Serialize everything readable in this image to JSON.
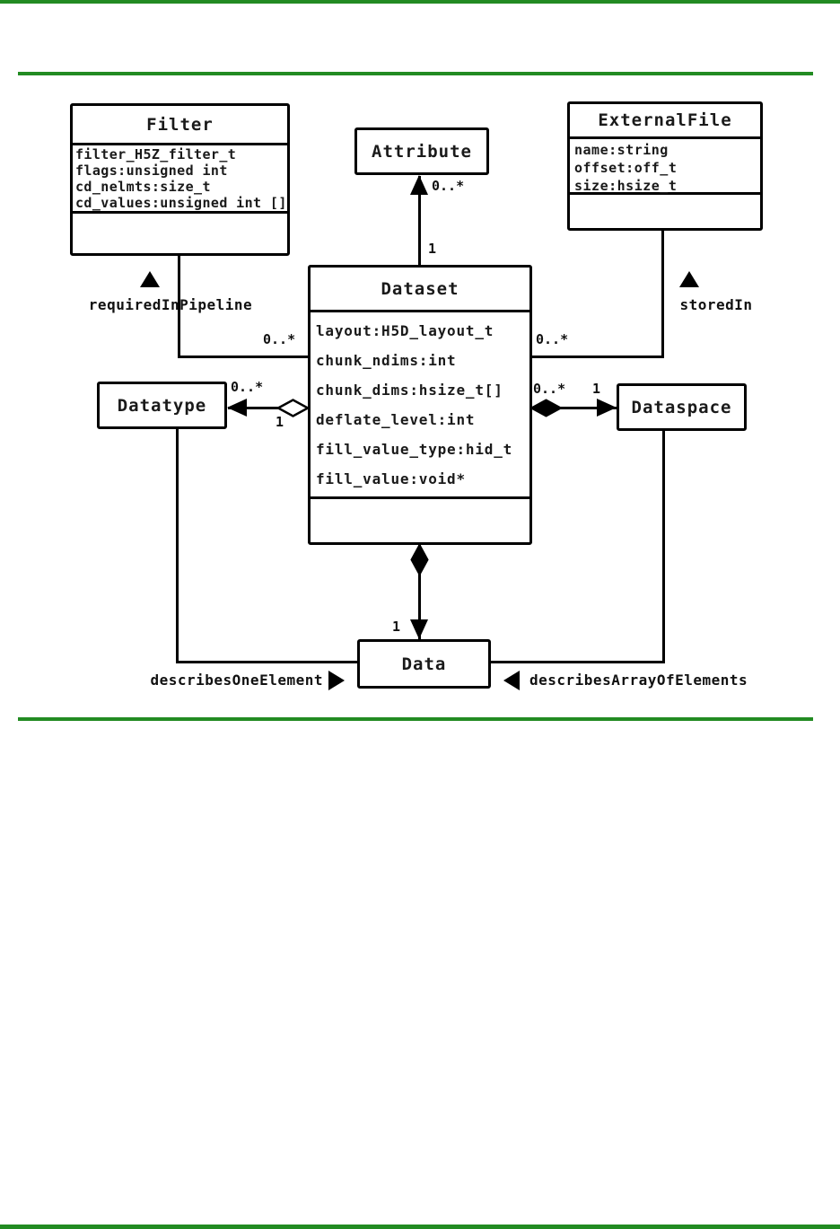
{
  "page": {
    "background": "#ffffff",
    "accent_color": "#228B22",
    "line_color": "#000000"
  },
  "icons": {
    "up_triangle": "▲",
    "down_triangle": "▼",
    "left_triangle": "◀",
    "right_triangle": "▶",
    "filled_diamond": "◆",
    "hollow_diamond": "◇"
  },
  "classes": {
    "filter": {
      "title": "Filter",
      "attributes": [
        "filter_H5Z_filter_t",
        "flags:unsigned int",
        "cd_nelmts:size_t",
        "cd_values:unsigned int []"
      ]
    },
    "attribute": {
      "title": "Attribute"
    },
    "external_file": {
      "title": "ExternalFile",
      "attributes": [
        "name:string",
        "offset:off_t",
        "size:hsize_t"
      ]
    },
    "dataset": {
      "title": "Dataset",
      "attributes": [
        "layout:H5D_layout_t",
        "chunk_ndims:int",
        "chunk_dims:hsize_t[]",
        "deflate_level:int",
        "fill_value_type:hid_t",
        "fill_value:void*"
      ]
    },
    "datatype": {
      "title": "Datatype"
    },
    "dataspace": {
      "title": "Dataspace"
    },
    "data": {
      "title": "Data"
    }
  },
  "relationships": {
    "filter_dataset": {
      "label": "requiredInPipeline",
      "mult_near_dataset": "0..*"
    },
    "attribute_dataset": {
      "mult_near_attribute": "0..*",
      "mult_near_dataset": "1"
    },
    "externalfile_dataset": {
      "label": "storedIn",
      "mult_near_dataset": "0..*"
    },
    "dataset_datatype": {
      "mult_near_datatype": "0..*",
      "mult_near_diamond": "1"
    },
    "dataset_dataspace": {
      "mult_near_diamond": "0..*",
      "mult_near_dataspace": "1"
    },
    "dataset_data": {
      "mult_near_data": "1"
    },
    "datatype_data": {
      "label": "describesOneElement"
    },
    "dataspace_data": {
      "label": "describesArrayOfElements"
    }
  }
}
